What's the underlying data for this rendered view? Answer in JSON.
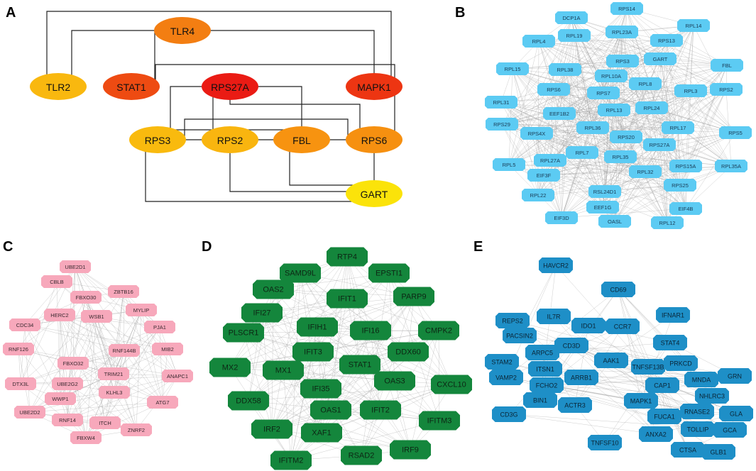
{
  "panels": {
    "A": {
      "label": "A",
      "nodes": [
        {
          "id": "TLR4",
          "color": "#f37e12"
        },
        {
          "id": "TLR2",
          "color": "#f9b80f"
        },
        {
          "id": "STAT1",
          "color": "#ee4b12"
        },
        {
          "id": "RPS27A",
          "color": "#ea1b14"
        },
        {
          "id": "MAPK1",
          "color": "#ed3512"
        },
        {
          "id": "RPS3",
          "color": "#f9ba0e"
        },
        {
          "id": "RPS2",
          "color": "#f9b50f"
        },
        {
          "id": "FBL",
          "color": "#f79310"
        },
        {
          "id": "RPS6",
          "color": "#f69010"
        },
        {
          "id": "GART",
          "color": "#fbe30a"
        }
      ],
      "edges": [
        [
          "TLR2",
          "MAPK1"
        ],
        [
          "TLR2",
          "TLR4"
        ],
        [
          "TLR4",
          "MAPK1"
        ],
        [
          "TLR4",
          "STAT1"
        ],
        [
          "STAT1",
          "RPS6"
        ],
        [
          "RPS27A",
          "RPS2"
        ],
        [
          "RPS27A",
          "RPS6"
        ],
        [
          "RPS27A",
          "FBL"
        ],
        [
          "RPS27A",
          "RPS3"
        ],
        [
          "RPS3",
          "RPS2"
        ],
        [
          "RPS3",
          "RPS6"
        ],
        [
          "RPS3",
          "FBL"
        ],
        [
          "RPS3",
          "GART"
        ],
        [
          "RPS2",
          "FBL"
        ],
        [
          "RPS2",
          "GART"
        ],
        [
          "FBL",
          "RPS6"
        ],
        [
          "RPS6",
          "GART"
        ],
        [
          "FBL",
          "GART"
        ]
      ]
    },
    "B": {
      "label": "B",
      "node_color": "#5ccbf3",
      "text_color": "#1a3b55",
      "nodes": [
        "RPS14",
        "DCP1A",
        "RPL14",
        "RPL19",
        "RPL23A",
        "RPL4",
        "RPS13",
        "RPS3",
        "GART",
        "RPL38",
        "RPL15",
        "FBL",
        "RPL10A",
        "RPL8",
        "RPS6",
        "RPL3",
        "RPS2",
        "RPS7",
        "RPL31",
        "EEF1B2",
        "RPL13",
        "RPL24",
        "RPS29",
        "RPL36",
        "RPL17",
        "RPS4X",
        "RPS20",
        "RPS5",
        "RPS27A",
        "RPL7",
        "RPL35",
        "RPL5",
        "RPL27A",
        "RPS15A",
        "RPL35A",
        "EIF3F",
        "RPL32",
        "RSL24D1",
        "RPL22",
        "RPS25",
        "EEF1G",
        "EIF4B",
        "EIF3D",
        "OASL",
        "RPL12"
      ]
    },
    "C": {
      "label": "C",
      "node_color": "#f7a8bb",
      "text_color": "#3a2a30",
      "nodes": [
        "UBE2D1",
        "CBLB",
        "ZBTB16",
        "FBXO30",
        "MYLIP",
        "CDC34",
        "HERC2",
        "WSB1",
        "PJA1",
        "RNF126",
        "RNF144B",
        "MIB2",
        "FBXO32",
        "TRIM21",
        "ANAPC1",
        "DTX3L",
        "UBE2G2",
        "KLHL3",
        "WWP1",
        "ATG7",
        "UBE2D2",
        "RNF14",
        "ITCH",
        "ZNRF2",
        "FBXW4"
      ]
    },
    "D": {
      "label": "D",
      "node_color": "#14863c",
      "text_color": "#0d2614",
      "nodes": [
        "RTP4",
        "SAMD9L",
        "EPSTI1",
        "OAS2",
        "PARP9",
        "IFIT1",
        "IFI27",
        "IFIH1",
        "IFI16",
        "CMPK2",
        "PLSCR1",
        "IFIT3",
        "DDX60",
        "STAT1",
        "MX2",
        "MX1",
        "OAS3",
        "CXCL10",
        "IFI35",
        "DDX58",
        "IFIT2",
        "OAS1",
        "IFITM3",
        "IRF2",
        "XAF1",
        "RSAD2",
        "IRF9",
        "IFITM2"
      ]
    },
    "E": {
      "label": "E",
      "node_color": "#1e8fc7",
      "text_color": "#0b2536",
      "nodes": [
        "HAVCR2",
        "CD69",
        "IL7R",
        "REPS2",
        "IDO1",
        "CCR7",
        "IFNAR1",
        "PACSIN2",
        "CD3D",
        "STAT4",
        "ARPC5",
        "AAK1",
        "STAM2",
        "ITSN1",
        "TNFSF13B",
        "PRKCD",
        "VAMP2",
        "ARRB1",
        "GRN",
        "FCHO2",
        "MNDA",
        "CAP1",
        "NHLRC3",
        "BIN1",
        "ACTR3",
        "MAPK1",
        "RNASE2",
        "GLA",
        "CD3G",
        "FUCA1",
        "TOLLIP",
        "GCA",
        "ANXA2",
        "TNFSF10",
        "CTSA",
        "GLB1"
      ]
    }
  }
}
